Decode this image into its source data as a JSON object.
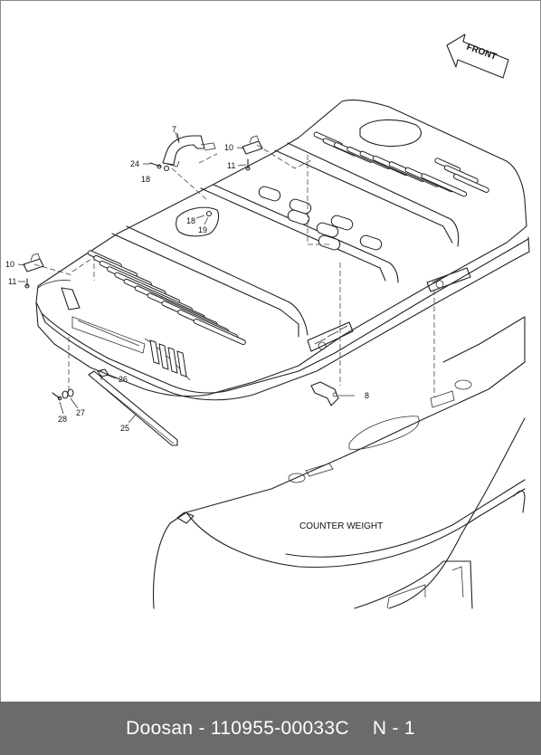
{
  "diagram": {
    "front_arrow_label": "FRONT",
    "counterweight_label": "COUNTER WEIGHT",
    "part_labels": {
      "p7": "7",
      "p8": "8",
      "p10a": "10",
      "p10b": "10",
      "p11a": "11",
      "p11b": "11",
      "p18a": "18",
      "p18b": "18",
      "p19": "19",
      "p24": "24",
      "p25": "25",
      "p26": "26",
      "p27": "27",
      "p28": "28"
    }
  },
  "footer": {
    "brand": "Doosan",
    "part_number": "110955-00033C",
    "page": "N - 1"
  }
}
